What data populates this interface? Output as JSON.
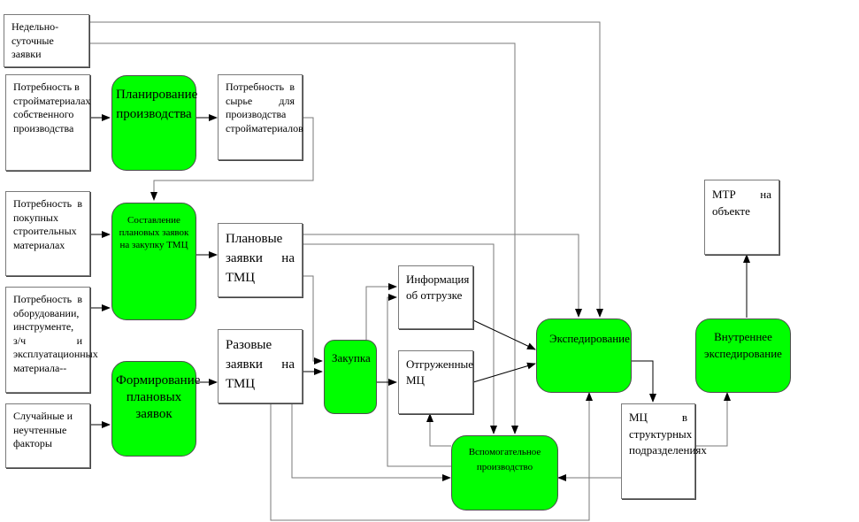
{
  "diagram": {
    "inputs": {
      "weekly_daily": "Недельно-суточные заявки",
      "need_own": "Потребность в стройматериалах собственного производства",
      "need_purchased": "Потребность в покупных строительных материалах",
      "need_equipment": "Потребность в оборудовании, инструменте, з/ч и эксплуатационных материала--",
      "random_factors": "Случайные и неучтенные факторы"
    },
    "processes": {
      "production_planning": "Планирование производства",
      "compile_plan_requests": "Составление плановых заявок на закупку ТМЦ",
      "form_plan_requests": "Формирование плановых заявок",
      "purchase": "Закупка",
      "expediting": "Экспедирование",
      "internal_expediting": "Внутреннее экспедирование",
      "auxiliary_production": "Вспомогательное производство"
    },
    "documents": {
      "raw_need": "Потребность в сырье для производства стройматериалов",
      "plan_requests": "Плановые заявки на ТМЦ",
      "one_time_requests": "Разовые заявки на ТМЦ",
      "shipment_info": "Информация об отгрузке",
      "shipped_mc": "Отгруженные МЦ",
      "mc_in_units": "МЦ в структурных подразделениях",
      "mtr_on_site": "МТР на объекте"
    },
    "colors": {
      "process_fill": "#00ff00",
      "box_border": "#7a7a7a",
      "line": "#000000"
    }
  }
}
